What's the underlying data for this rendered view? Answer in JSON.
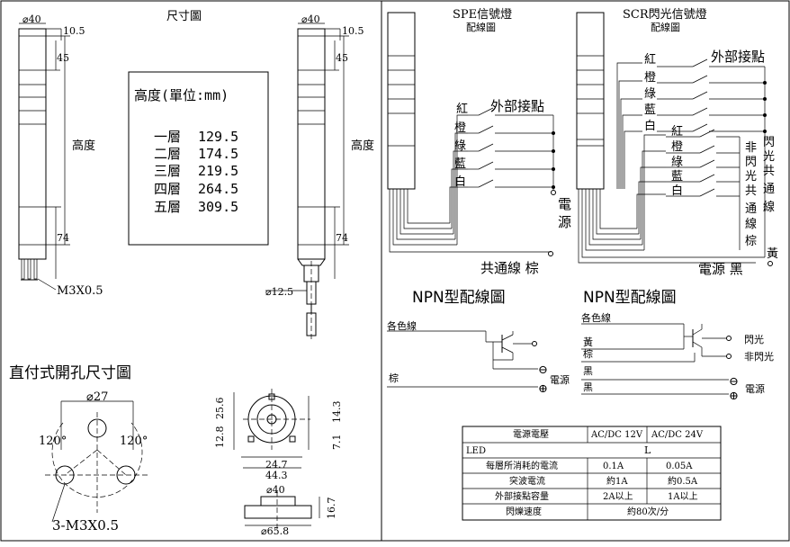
{
  "left": {
    "dim_title": "尺寸圖",
    "d40": "⌀40",
    "d10_5": "10.5",
    "d45": "45",
    "height_label": "高度",
    "d74": "74",
    "m3x05": "M3X0.5",
    "d12_5": "⌀12.5",
    "height_box": {
      "title": "高度(單位:mm)",
      "rows": [
        {
          "layer": "一層",
          "value": "129.5"
        },
        {
          "layer": "二層",
          "value": "174.5"
        },
        {
          "layer": "三層",
          "value": "219.5"
        },
        {
          "layer": "四層",
          "value": "264.5"
        },
        {
          "layer": "五層",
          "value": "309.5"
        }
      ]
    },
    "cutout_title": "直付式開孔尺寸圖",
    "d27": "⌀27",
    "a120a": "120°",
    "a120b": "120°",
    "m3x05_3": "3-M3X0.5",
    "d25_6": "25.6",
    "d12_8": "12.8",
    "d14_3": "14.3",
    "d7_1": "7.1",
    "d24_7": "24.7",
    "d44_3": "44.3",
    "d40b": "⌀40",
    "d16_7": "16.7",
    "d65_8": "⌀65.8"
  },
  "right": {
    "spe_title": "SPE信號燈",
    "spe_sub": "配線圖",
    "scr_title": "SCR閃光信號燈",
    "scr_sub": "配線圖",
    "external_contact": "外部接點",
    "colors": [
      "紅",
      "橙",
      "綠",
      "藍",
      "白"
    ],
    "power_v": [
      "電",
      "源"
    ],
    "common_brown": "共通線 棕",
    "power_black": "電源 黑",
    "flash_common": [
      "閃",
      "光",
      "共",
      "通",
      "線"
    ],
    "nonflash_common": [
      "非",
      "閃",
      "光",
      "共",
      "通",
      "線",
      "棕"
    ],
    "yellow": "黃",
    "npn_title_1": "NPN型配線圖",
    "npn_title_2": "NPN型配線圖",
    "each_color": "各色線",
    "brown": "棕",
    "power": "電源",
    "yellow_b": "黃",
    "brown_b": "棕",
    "black1": "黑",
    "black2": "黑",
    "flash": "閃光",
    "nonflash": "非閃光",
    "table": {
      "headers": [
        "電源電壓",
        "AC/DC 12V",
        "AC/DC 24V"
      ],
      "rows": [
        {
          "label": "LED",
          "a": "L",
          "b": ""
        },
        {
          "label": "每層所消耗的電流",
          "a": "0.1A",
          "b": "0.05A"
        },
        {
          "label": "突波電流",
          "a": "約1A",
          "b": "約0.5A"
        },
        {
          "label": "外部接點容量",
          "a": "2A以上",
          "b": "1A以上"
        },
        {
          "label": "閃爍速度",
          "a": "約80次/分",
          "b": ""
        }
      ]
    }
  }
}
